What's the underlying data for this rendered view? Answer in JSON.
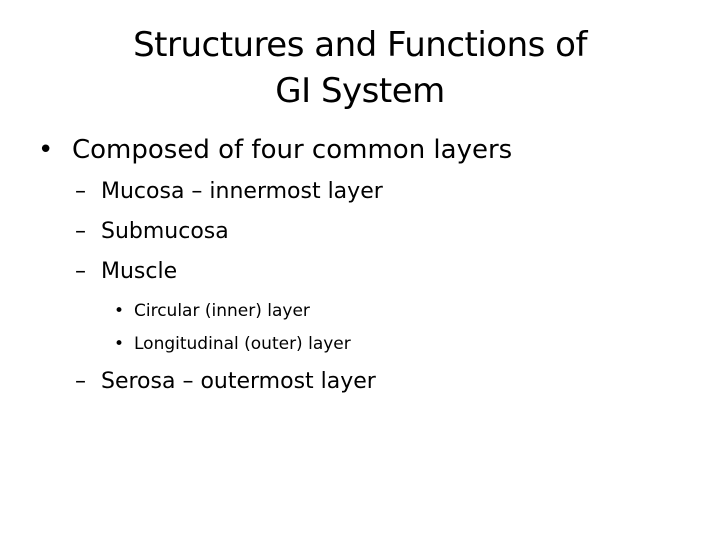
{
  "slide": {
    "title_line1": "Structures and Functions of",
    "title_line2": "GI System",
    "bullets": {
      "main": "Composed of four common layers",
      "mucosa": "Mucosa – innermost layer",
      "submucosa": "Submucosa",
      "muscle": "Muscle",
      "circular": "Circular (inner) layer",
      "longitudinal": "Longitudinal (outer) layer",
      "serosa": "Serosa – outermost layer"
    },
    "markers": {
      "bullet": "•",
      "dash": "–"
    }
  }
}
